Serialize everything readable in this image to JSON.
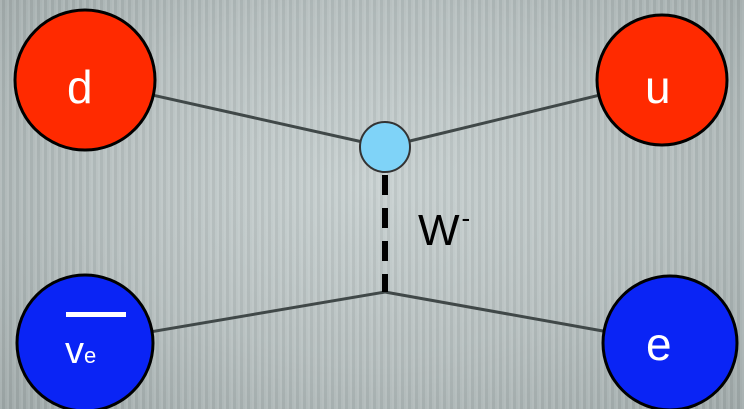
{
  "particles": {
    "down_quark": "d",
    "up_quark": "u",
    "electron": "e",
    "antineutrino_symbol": "v",
    "antineutrino_subscript": "e"
  },
  "boson": {
    "symbol": "W",
    "charge": "-"
  },
  "colors": {
    "quark_fill": "#ff2a00",
    "lepton_fill": "#0a24f5",
    "vertex_fill": "#7fd3f8",
    "line": "#404848",
    "outline": "#000000"
  }
}
